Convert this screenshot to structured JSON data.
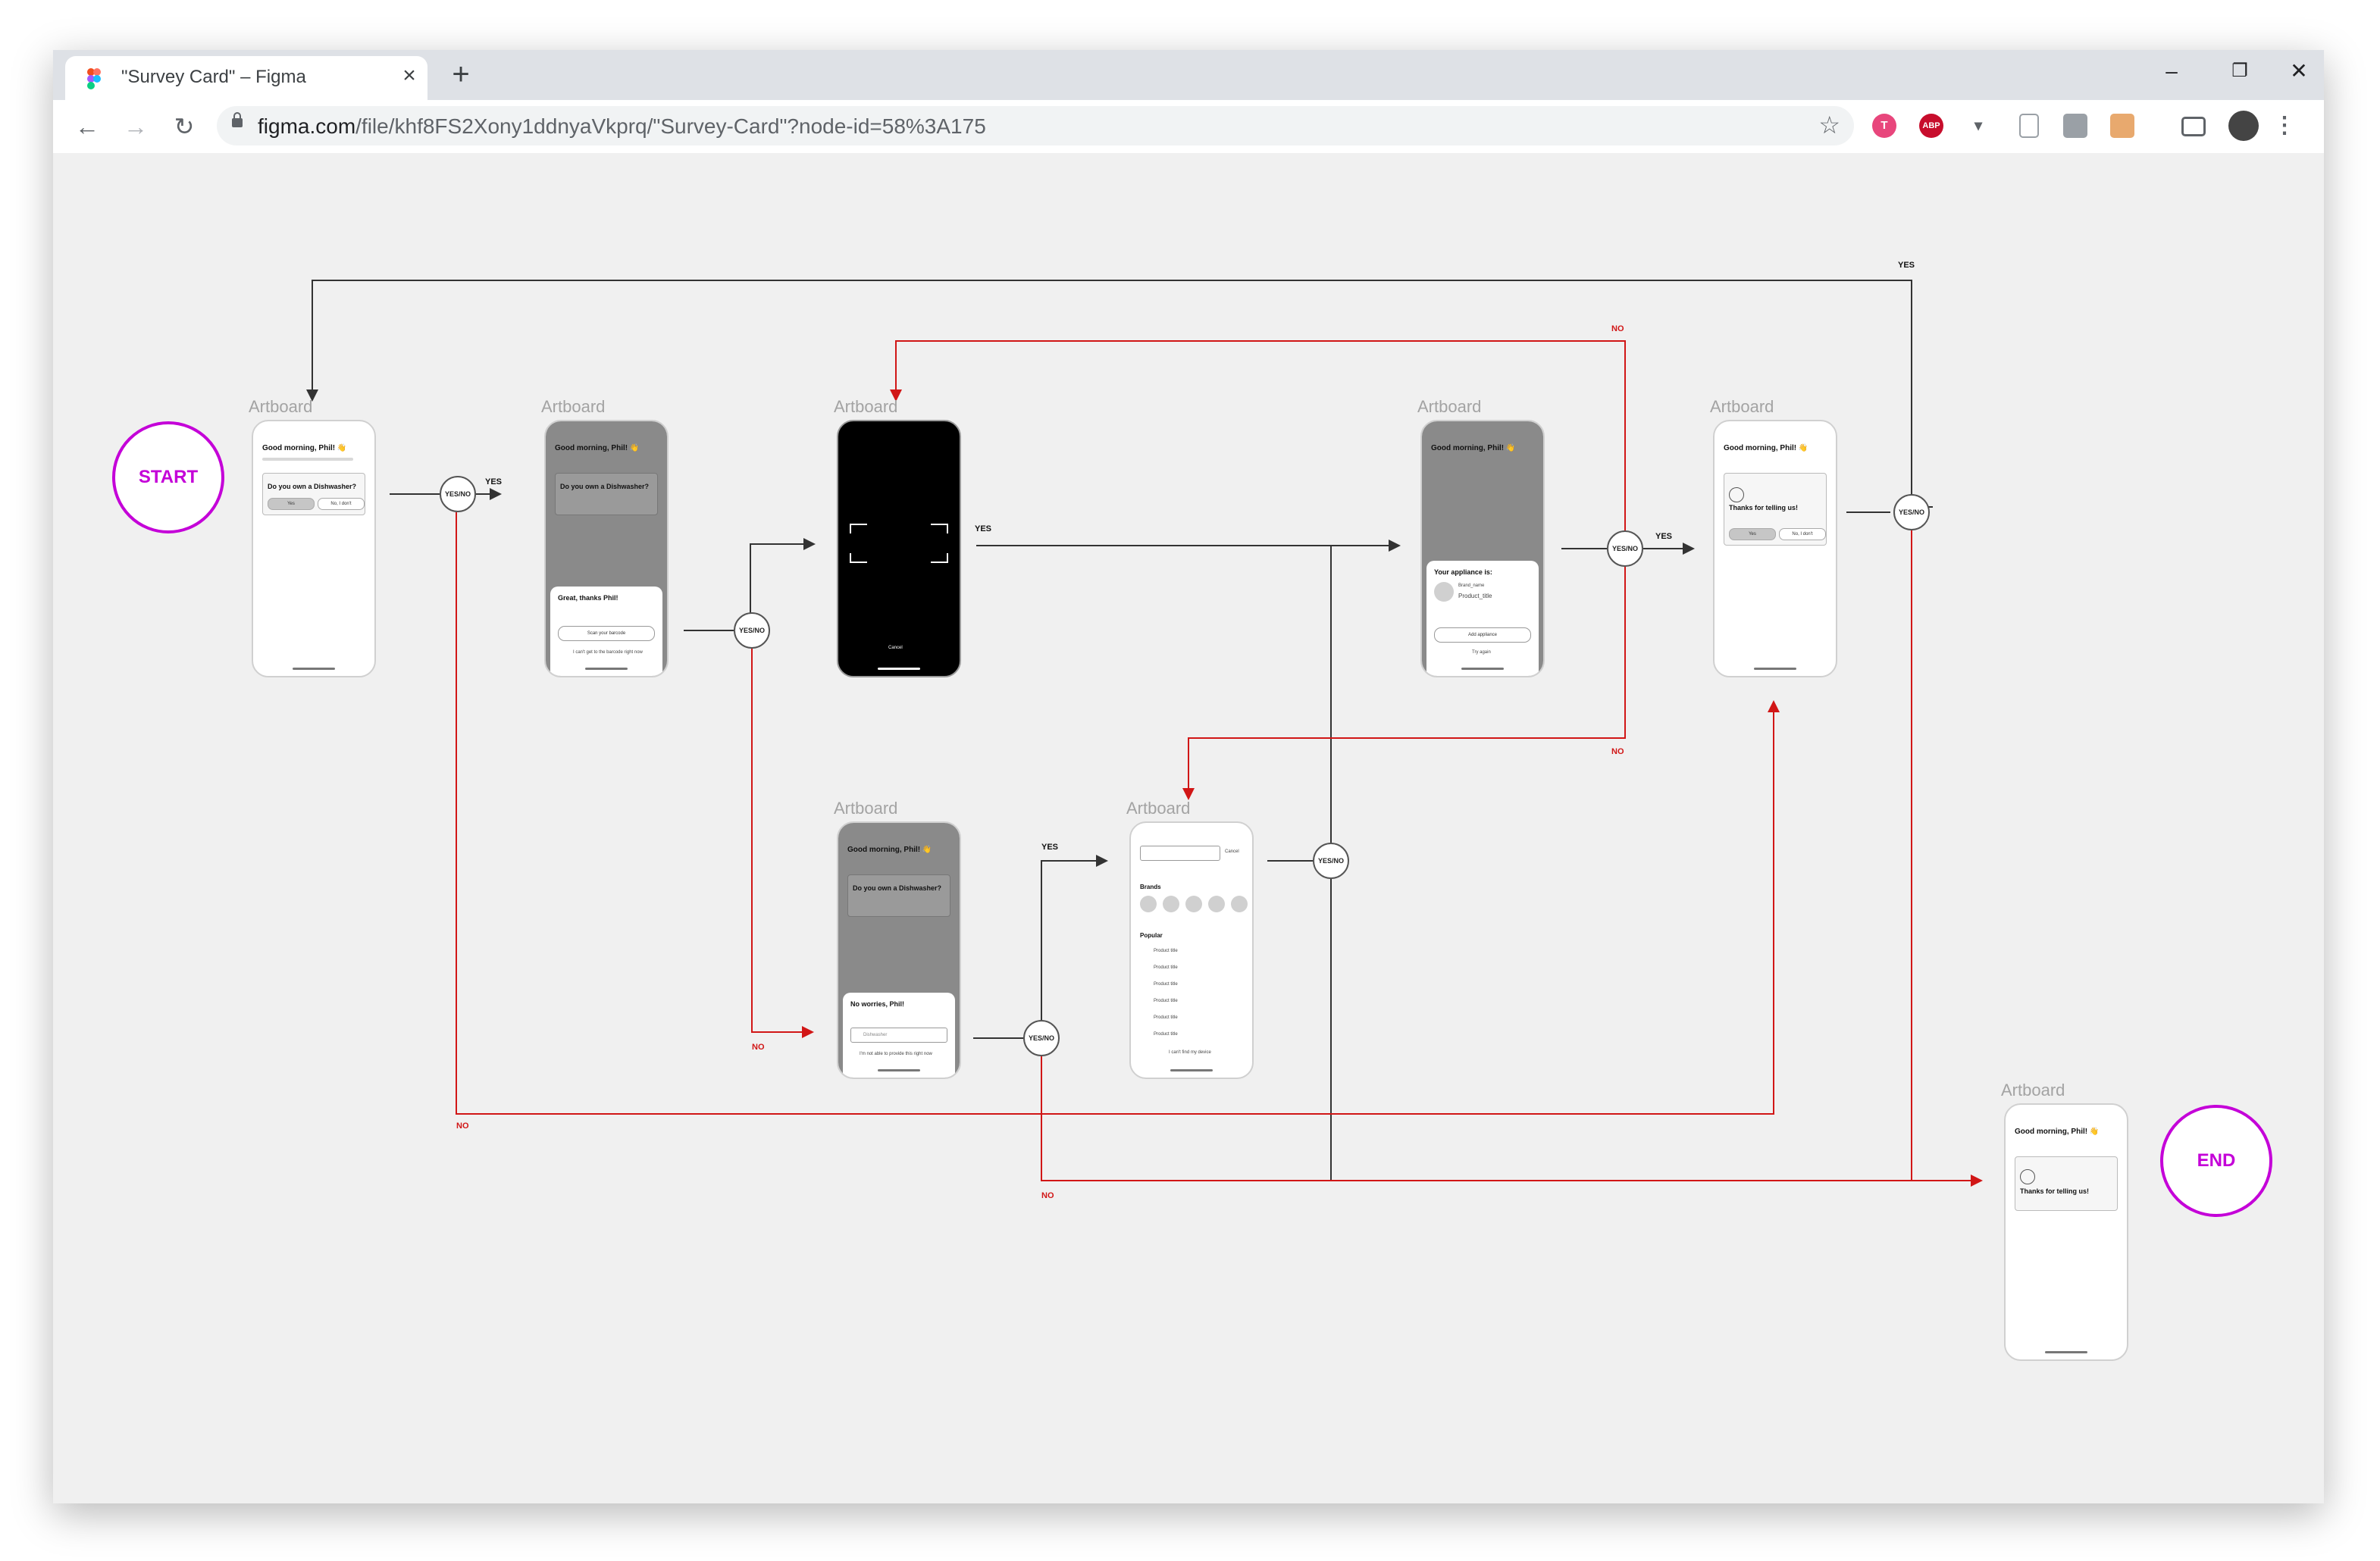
{
  "browser": {
    "tab_title": "\"Survey Card\" – Figma",
    "tab_close": "×",
    "new_tab": "+",
    "window_controls": {
      "minimize": "–",
      "restore": "❐",
      "close": "✕"
    },
    "nav": {
      "back": "←",
      "forward": "→",
      "reload": "↻"
    },
    "url_host": "figma.com",
    "url_path": "/file/khf8FS2Xony1ddnyaVkprq/\"Survey-Card\"?node-id=58%3A175",
    "bookmark_star": "☆",
    "extensions": [
      {
        "name": "t-extension-icon",
        "label": "T",
        "color": "#e8467c"
      },
      {
        "name": "adblock-plus-icon",
        "label": "ABP",
        "color": "#c70d2c"
      },
      {
        "name": "extension-dropdown-icon",
        "label": "▾",
        "color": "#5f6368"
      },
      {
        "name": "page-icon",
        "label": "",
        "color": "#9aa0a6"
      },
      {
        "name": "gray-extension-icon",
        "label": "",
        "color": "#9aa0a6"
      },
      {
        "name": "clipboard-extension-icon",
        "label": "",
        "color": "#e8a96e"
      },
      {
        "name": "cast-icon",
        "label": "",
        "color": "#5f6368"
      },
      {
        "name": "profile-avatar",
        "label": "",
        "color": "#444444"
      },
      {
        "name": "menu-kebab-icon",
        "label": "⋮",
        "color": "#5f6368"
      }
    ]
  },
  "flow": {
    "start_label": "START",
    "end_label": "END",
    "artboard_label": "Artboard",
    "decision_label": "YES/NO",
    "yes_label": "YES",
    "no_label": "NO",
    "accent_color": "#c400d8",
    "no_line_color": "#d11616"
  },
  "screens": {
    "greeting": "Good morning, Phil! 👋",
    "question": "Do you own a Dishwasher?",
    "yes_button": "Yes",
    "no_button": "No, I don't",
    "sheet_great_title": "Great, thanks Phil!",
    "sheet_great_action": "Scan your barcode",
    "sheet_great_alt": "I can't get to the barcode right now",
    "camera_cancel": "Cancel",
    "appliance_title": "Your appliance is:",
    "appliance_brand": "Brand_name",
    "appliance_product": "Product_title",
    "appliance_add": "Add appliance",
    "appliance_retry": "Try again",
    "thanks_title": "Thanks for telling us!",
    "sheet_nw_title": "No worries, Phil!",
    "sheet_nw_search": "Dishwasher",
    "sheet_nw_alt": "I'm not able to provide this right now",
    "search_cancel": "Cancel",
    "brands_heading": "Brands",
    "popular_heading": "Popular",
    "product_item": "Product title",
    "cant_find": "I can't find my device"
  }
}
